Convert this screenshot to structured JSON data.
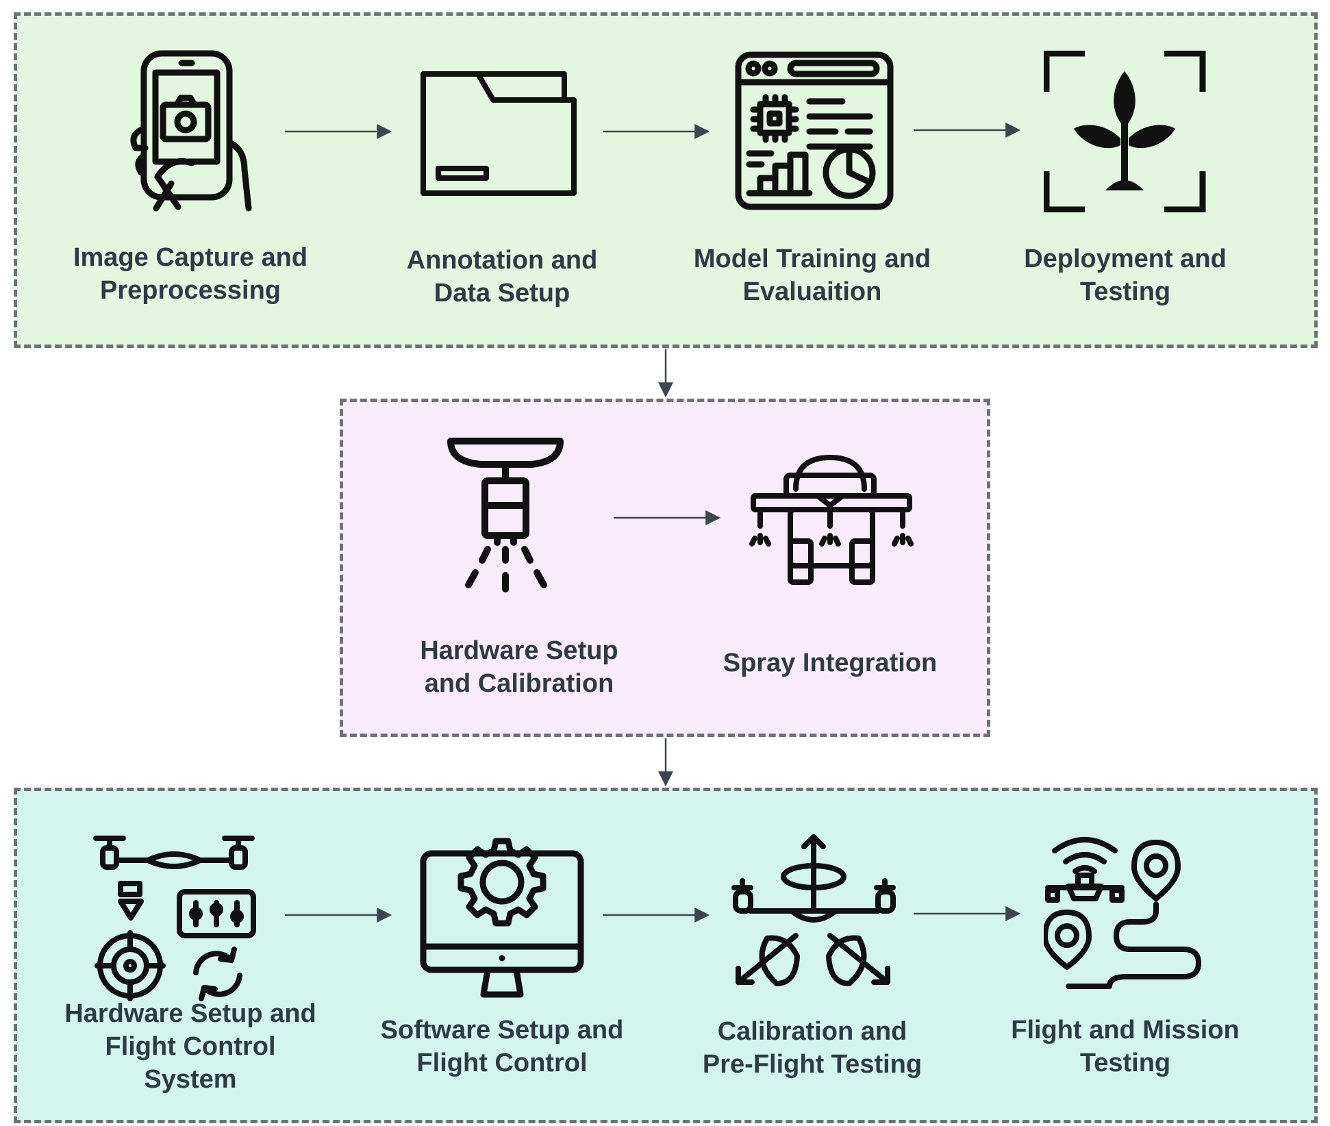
{
  "colors": {
    "stage1_fill": "#e2f6e0",
    "stage2_fill": "#f8ecfb",
    "stage3_fill": "#d4f5ee",
    "border": "#6e7276",
    "arrow": "#3d4650",
    "text": "#2e3a46",
    "icon": "#111111"
  },
  "stage1": {
    "step1": {
      "line1": "Image Capture and",
      "line2": "Preprocessing",
      "icon": "smartphone-camera-icon"
    },
    "step2": {
      "line1": "Annotation and",
      "line2": "Data Setup",
      "icon": "folder-icon"
    },
    "step3": {
      "line1": "Model Training and",
      "line2": "Evaluaition",
      "icon": "analytics-dashboard-icon"
    },
    "step4": {
      "line1": "Deployment and",
      "line2": "Testing",
      "icon": "plant-scan-icon"
    }
  },
  "stage2": {
    "step1": {
      "line1": "Hardware Setup",
      "line2": "and Calibration",
      "icon": "sprinkler-nozzle-icon"
    },
    "step2": {
      "line1": "Spray Integration",
      "icon": "spray-boom-vehicle-icon"
    }
  },
  "stage3": {
    "step1": {
      "line1": "Hardware Setup and",
      "line2": "Flight Control",
      "line3": "System",
      "icon": "drone-hardware-icon"
    },
    "step2": {
      "line1": "Software Setup and",
      "line2": "Flight Control",
      "icon": "monitor-gear-icon"
    },
    "step3": {
      "line1": "Calibration and",
      "line2": "Pre-Flight Testing",
      "icon": "drone-rotation-icon"
    },
    "step4": {
      "line1": "Flight and Mission",
      "line2": "Testing",
      "icon": "drone-route-icon"
    }
  }
}
